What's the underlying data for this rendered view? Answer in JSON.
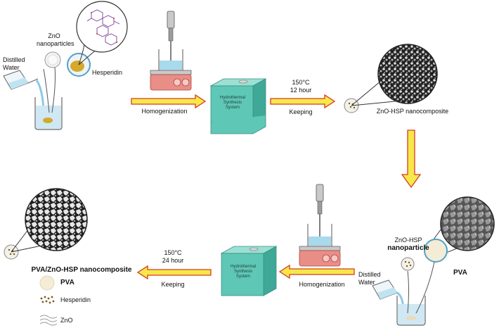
{
  "top": {
    "distilled_water": [
      "Distilled",
      "Water"
    ],
    "zno_nanoparticles": [
      "ZnO",
      "nanoparticles"
    ],
    "hesperidin": "Hesperidin",
    "homogenization": "Homogenization",
    "hydrothermal": [
      "Hydrothermal",
      "Synthesis",
      "System"
    ],
    "temp": "150°C",
    "time": "12 hour",
    "keeping": "Keeping",
    "product": "ZnO-HSP nanocomposite"
  },
  "bottom": {
    "distilled_water": [
      "Distilled",
      "Water"
    ],
    "znohsp": "ZnO-HSP",
    "nanoparticle": "nanoparticle",
    "pva": "PVA",
    "homogenization": "Homogenization",
    "hydrothermal": [
      "Hydrothermal",
      "Synthesis",
      "System"
    ],
    "temp": "150°C",
    "time": "24 hour",
    "keeping": "Keeping",
    "product": "PVA/ZnO-HSP nanocomposite"
  },
  "legend": {
    "pva": "PVA",
    "hesperidin": "Hesperidin",
    "zno": "ZnO"
  },
  "colors": {
    "arrow_fill": "#f5e84a",
    "arrow_stroke": "#d93a1e",
    "box": "#5fc7b5",
    "hotplate": "#e98e86",
    "water": "#a9d9ec",
    "hesperidin": "#d4a92c"
  }
}
